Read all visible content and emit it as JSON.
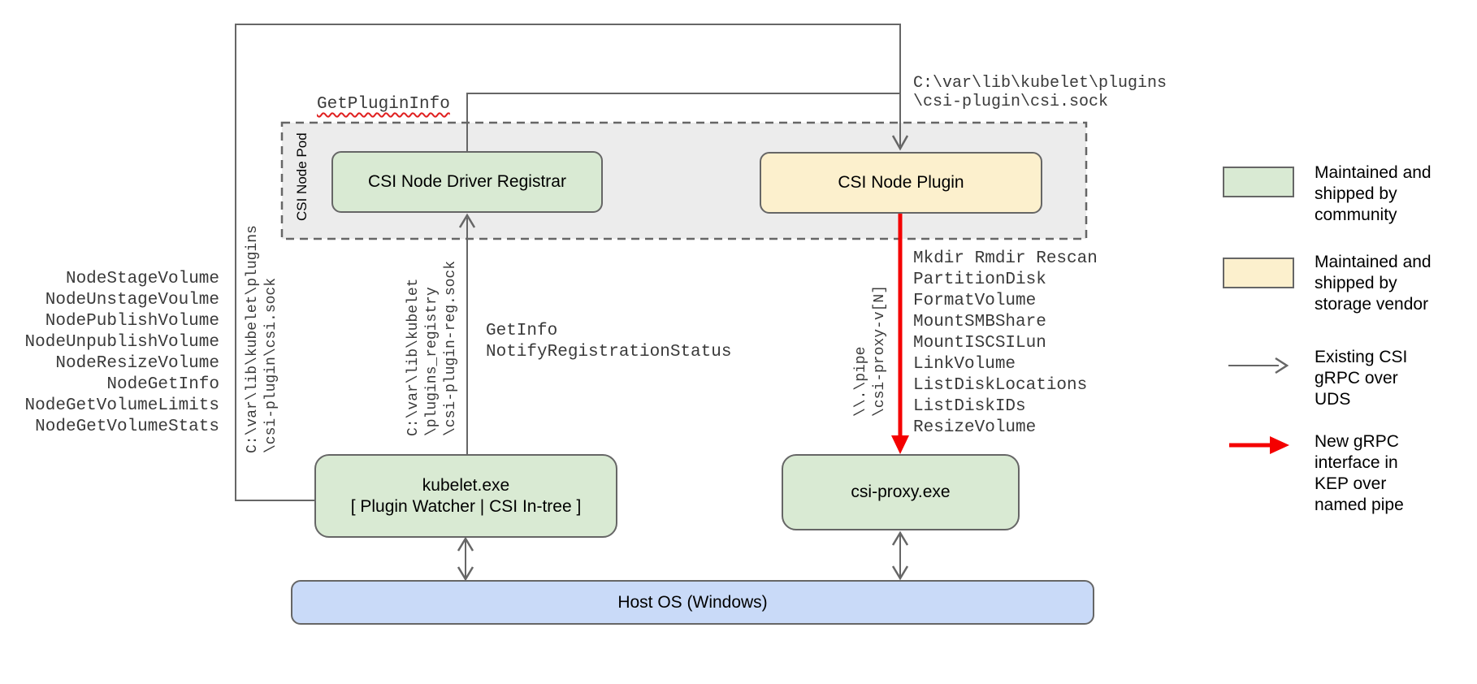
{
  "title": "CSI on Windows architecture diagram",
  "colors": {
    "line_gray": "#666666",
    "arrow_red": "#f40000",
    "community_green": "#d9ead3",
    "vendor_yellow": "#fcf0cd",
    "host_blue": "#c9daf8",
    "pod_fill": "#ececec"
  },
  "pod": {
    "label": "CSI Node Pod"
  },
  "boxes": {
    "registrar": "CSI Node Driver Registrar",
    "node_plugin": "CSI Node Plugin",
    "kubelet_line1": "kubelet.exe",
    "kubelet_line2": "[ Plugin Watcher | CSI In-tree ]",
    "csi_proxy": "csi-proxy.exe",
    "host_os": "Host OS (Windows)"
  },
  "labels": {
    "get_plugin_info": "GetPluginInfo",
    "csi_sock_top": [
      "C:\\var\\lib\\kubelet\\plugins",
      "\\csi-plugin\\csi.sock"
    ],
    "csi_sock_side": [
      "C:\\var\\lib\\kubelet\\plugins",
      "\\csi-plugin\\csi.sock"
    ],
    "registry_sock_side": [
      "C:\\var\\lib\\kubelet",
      "\\plugins_registry",
      "\\csi-plugin-reg.sock"
    ],
    "registration_calls": [
      "GetInfo",
      "NotifyRegistrationStatus"
    ],
    "named_pipe_side": [
      "\\\\.\\pipe",
      "\\csi-proxy-v[N]"
    ],
    "node_rpcs": [
      "NodeStageVolume",
      "NodeUnstageVoulme",
      "NodePublishVolume",
      "NodeUnpublishVolume",
      "NodeResizeVolume",
      "NodeGetInfo",
      "NodeGetVolumeLimits",
      "NodeGetVolumeStats"
    ],
    "proxy_rpcs": [
      "Mkdir Rmdir Rescan",
      "PartitionDisk",
      "FormatVolume",
      "MountSMBShare",
      "MountISCSILun",
      "LinkVolume",
      "ListDiskLocations",
      "ListDiskIDs",
      "ResizeVolume"
    ]
  },
  "legend": {
    "community": [
      "Maintained and",
      "shipped by",
      "community"
    ],
    "vendor": [
      "Maintained and",
      "shipped by",
      "storage vendor"
    ],
    "uds_arrow": [
      "Existing CSI",
      "gRPC over",
      "UDS"
    ],
    "pipe_arrow": [
      "New gRPC",
      "interface in",
      "KEP over",
      "named pipe"
    ]
  }
}
